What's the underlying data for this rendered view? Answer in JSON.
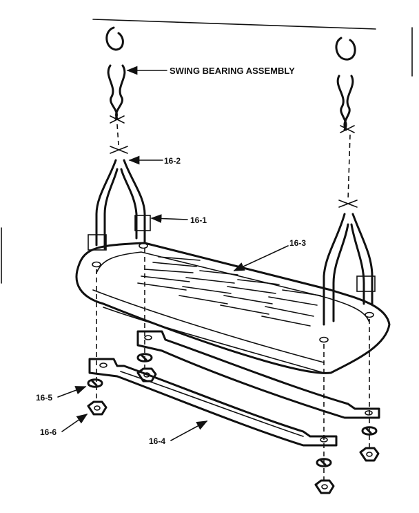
{
  "labels": {
    "swing_bearing": "SWING BEARING ASSEMBLY",
    "p16_2": "16-2",
    "p16_1": "16-1",
    "p16_3": "16-3",
    "p16_5": "16-5",
    "p16_6": "16-6",
    "p16_4": "16-4"
  }
}
